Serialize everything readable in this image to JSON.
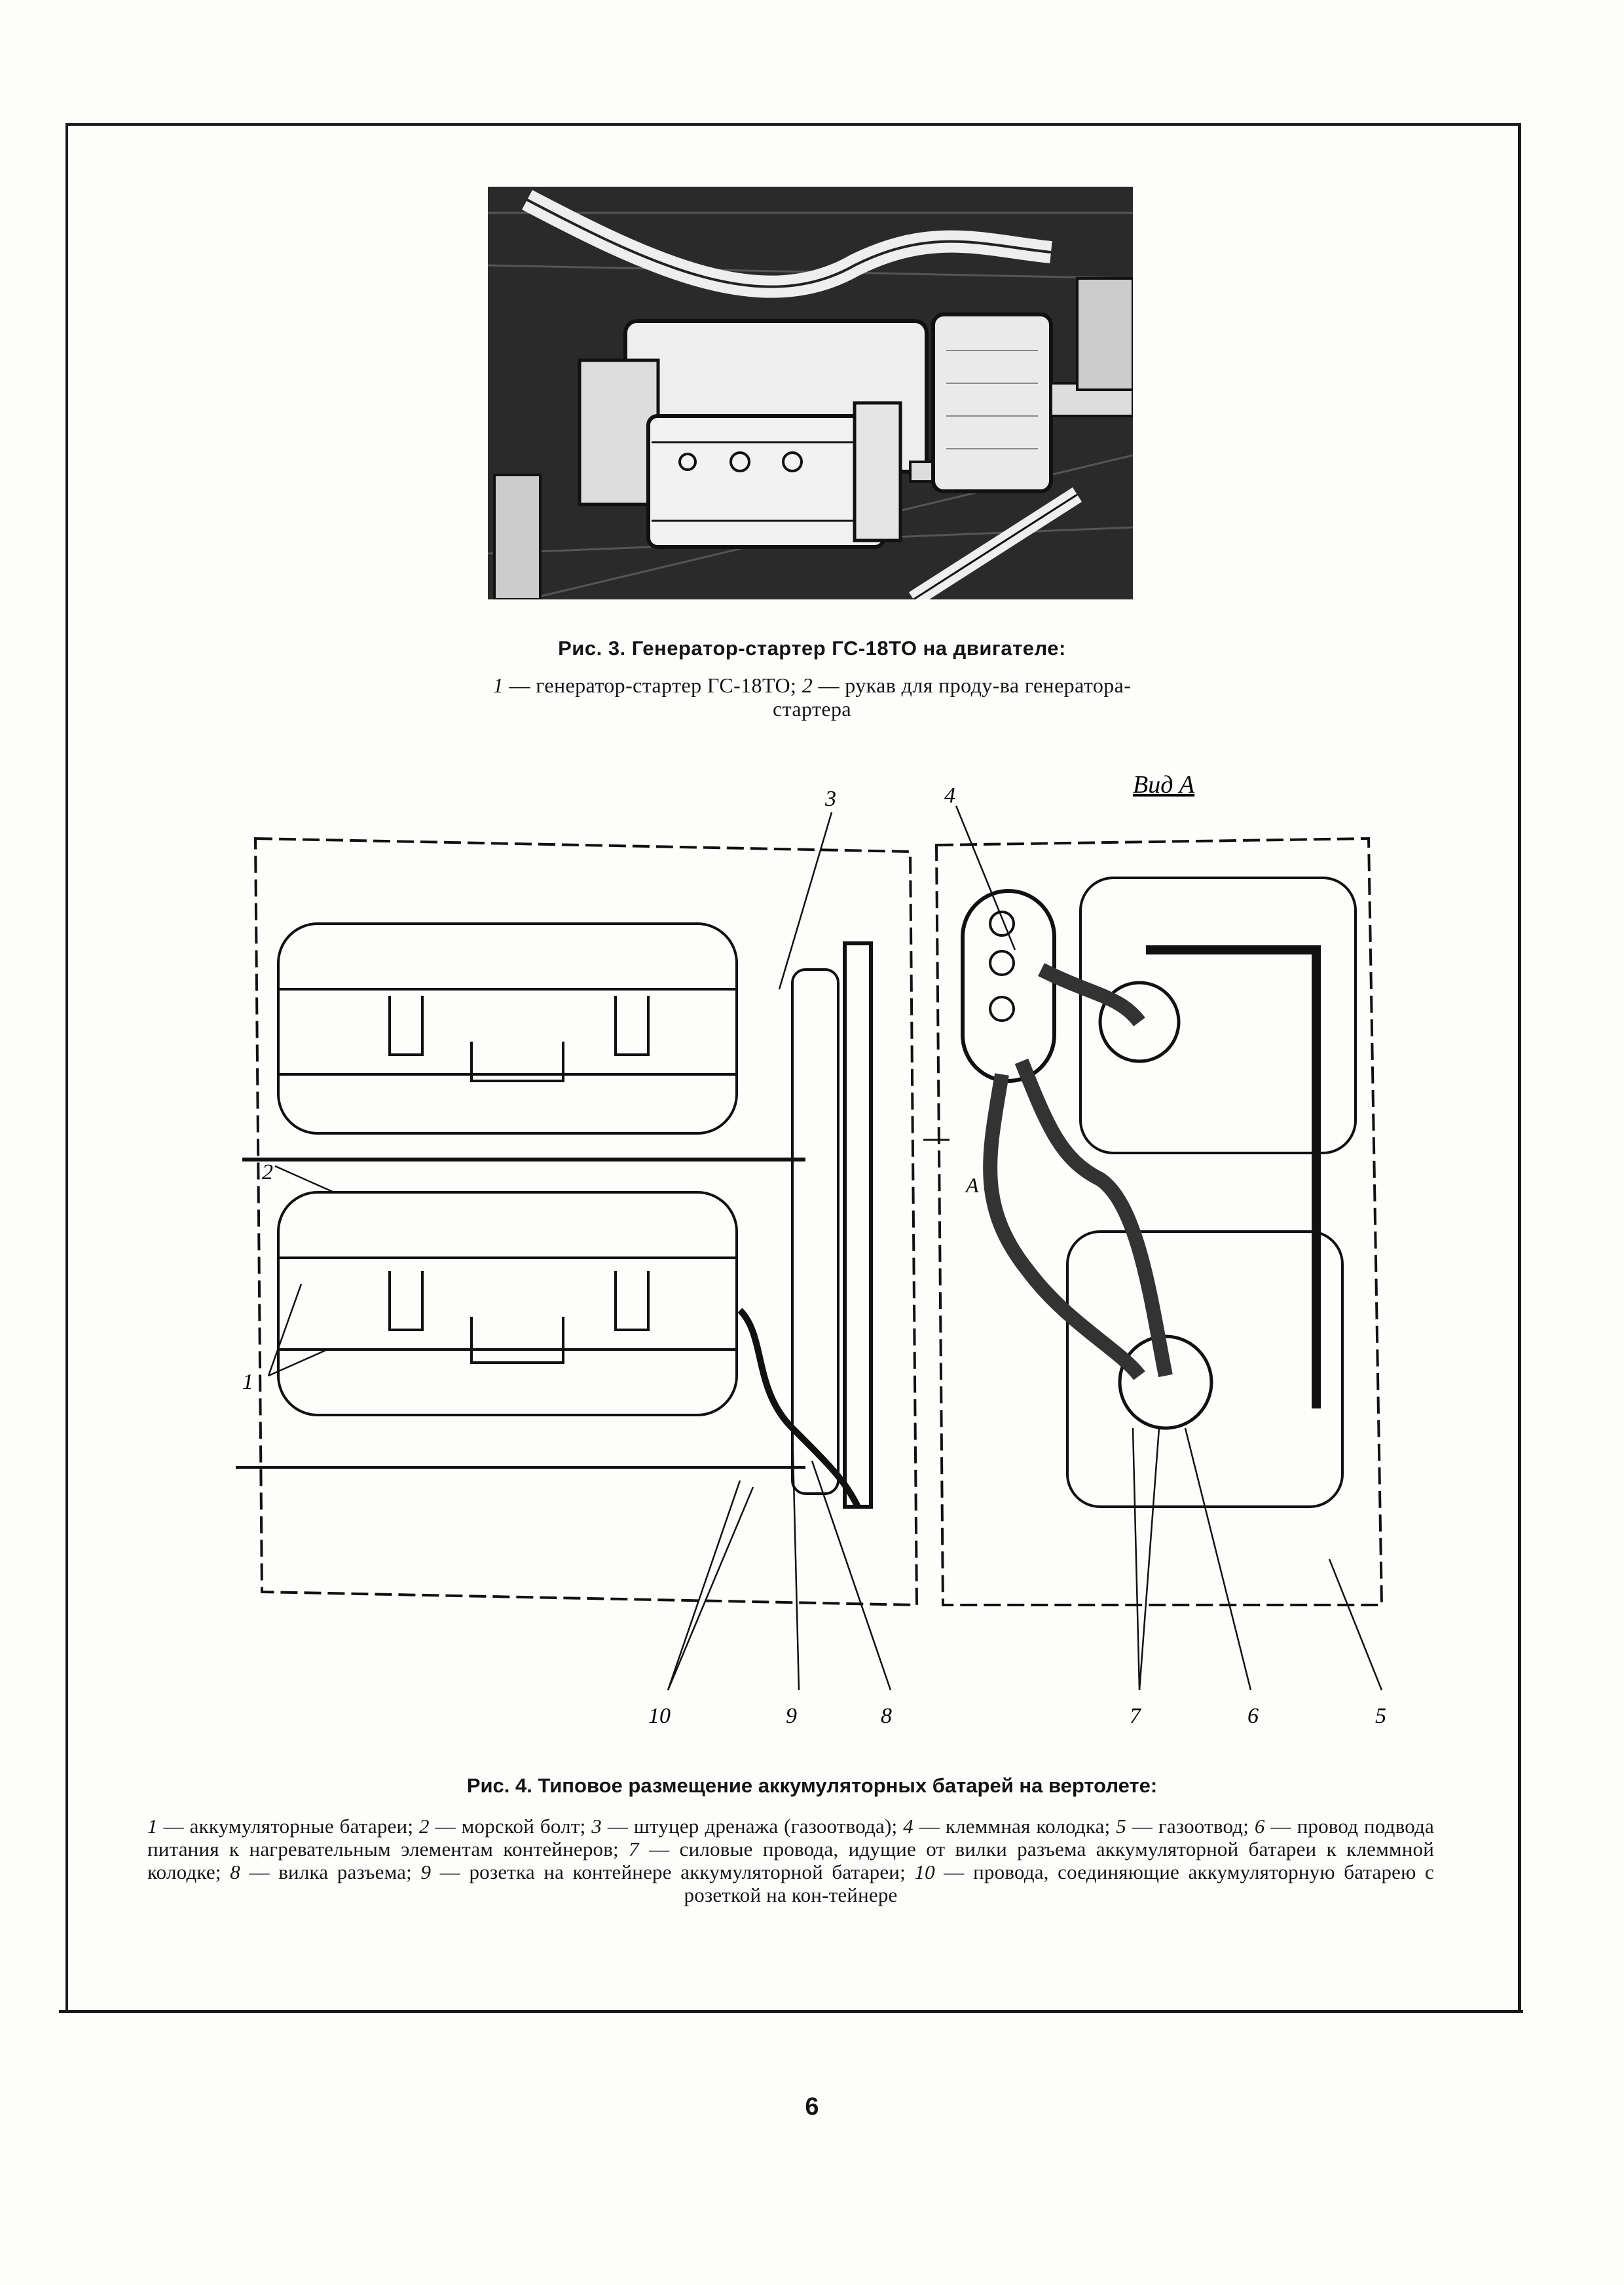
{
  "figure3": {
    "title": "Рис. 3. Генератор-стартер ГС-18ТО на двигателе:",
    "legend": [
      {
        "num": "1",
        "text": " — генератор-стартер ГС-18ТО; "
      },
      {
        "num": "2",
        "text": " — рукав для проду-ва генератора-стартера"
      }
    ]
  },
  "figure4": {
    "view_label": "Вид А",
    "arrow_label": "А",
    "callouts": [
      "1",
      "2",
      "3",
      "4",
      "5",
      "6",
      "7",
      "8",
      "9",
      "10"
    ],
    "title": "Рис. 4. Типовое размещение аккумуляторных батарей на вертолете:",
    "legend": [
      {
        "num": "1",
        "text": " — аккумуляторные батареи; "
      },
      {
        "num": "2",
        "text": " — морской болт; "
      },
      {
        "num": "3",
        "text": " — штуцер дренажа (газоотвода); "
      },
      {
        "num": "4",
        "text": " — клеммная колодка; "
      },
      {
        "num": "5",
        "text": " — газоотвод; "
      },
      {
        "num": "6",
        "text": " — провод подвода питания к нагревательным элементам контейнеров; "
      },
      {
        "num": "7",
        "text": " — силовые провода, идущие от вилки разъема аккумуляторной батареи к клеммной колодке; "
      },
      {
        "num": "8",
        "text": " — вилка разъема; "
      },
      {
        "num": "9",
        "text": " — розетка на контейнере аккумуляторной батареи; "
      },
      {
        "num": "10",
        "text": " — провода, соединяющие аккумуляторную батарею с розеткой на кон-тейнере"
      }
    ]
  },
  "page_number": "6"
}
